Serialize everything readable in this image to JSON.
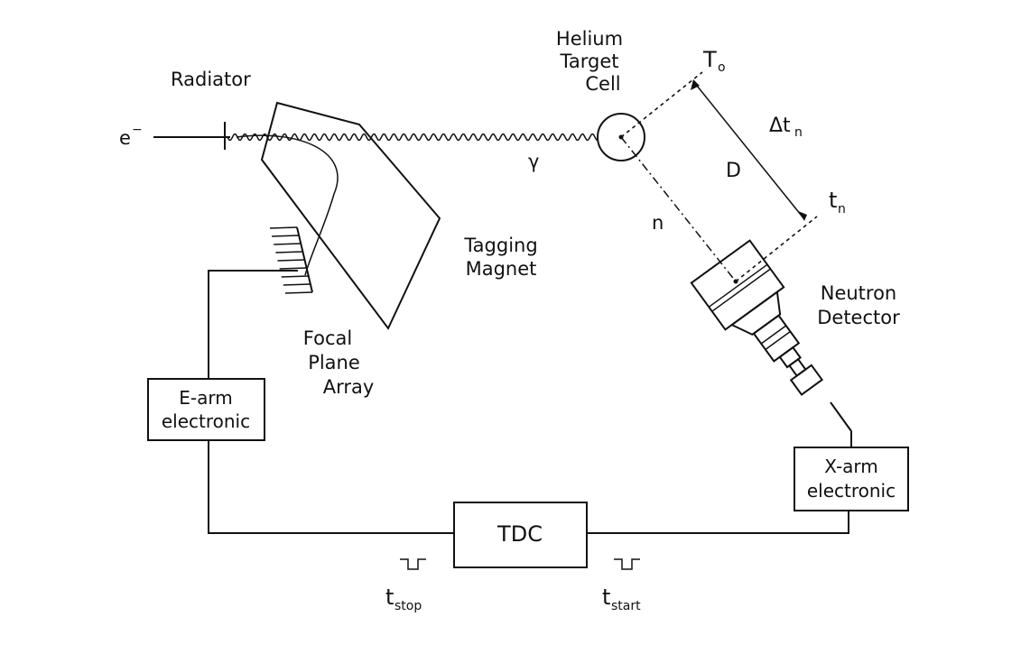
{
  "labels": {
    "electron": "e",
    "electron_sup": "−",
    "radiator": "Radiator",
    "gamma": "γ",
    "helium_target_cell": [
      "Helium",
      "Target",
      "Cell"
    ],
    "t0_main": "T",
    "t0_sub": "o",
    "delta_t_main": "Δt",
    "delta_t_sub": "n",
    "distance": "D",
    "tn_main": "t",
    "tn_sub": "n",
    "neutron": "n",
    "tagging_magnet": [
      "Tagging",
      "Magnet"
    ],
    "neutron_detector": [
      "Neutron",
      "Detector"
    ],
    "focal_plane_array": [
      "Focal",
      "Plane",
      "Array"
    ],
    "e_arm": [
      "E-arm",
      "electronic"
    ],
    "x_arm": [
      "X-arm",
      "electronic"
    ],
    "tdc": "TDC",
    "t_stop_main": "t",
    "t_stop_sub": "stop",
    "t_start_main": "t",
    "t_start_sub": "start"
  }
}
